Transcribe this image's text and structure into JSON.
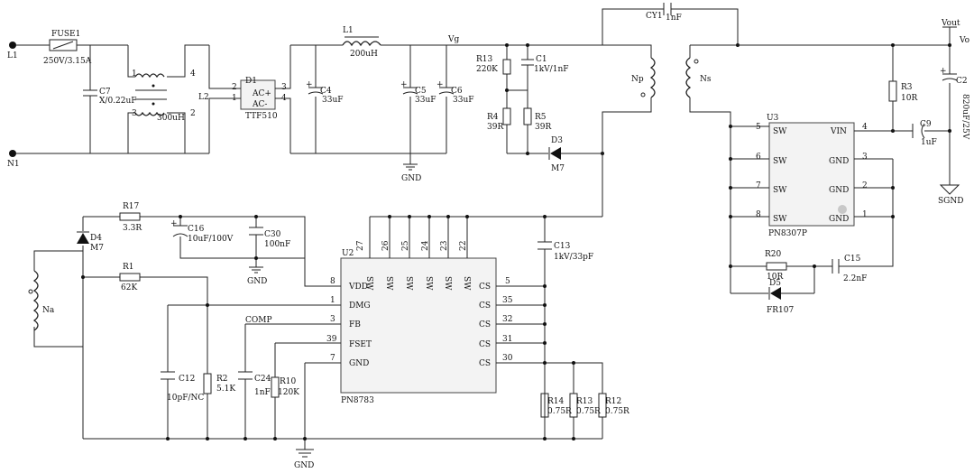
{
  "labels": {
    "L1_terminal": "L1",
    "N1_terminal": "N1",
    "FUSE1": "FUSE1",
    "FUSE1_val": "250V/3.15A",
    "C7": "C7",
    "C7_val": "X/0.22uF",
    "L2": "L2",
    "L2_val": "300uH",
    "L2_p1": "1",
    "L2_p2": "2",
    "L2_p3": "3",
    "L2_p4": "4",
    "D1": "D1",
    "D1_val": "TTF510",
    "D1_ac1": "AC+",
    "D1_ac2": "AC-",
    "D1_p1": "1",
    "D1_p2": "2",
    "D1_p3": "3",
    "D1_p4": "4",
    "C4": "C4",
    "C4_val": "33uF",
    "L1": "L1",
    "L1_val": "200uH",
    "C5": "C5",
    "C5_val": "33uF",
    "C6": "C6",
    "C6_val": "33uF",
    "Vg": "Vg",
    "GND": "GND",
    "R13": "R13",
    "R13_val": "220K",
    "C1": "C1",
    "C1_val": "1kV/1nF",
    "R4": "R4",
    "R4_val": "39R",
    "R5": "R5",
    "R5_val": "39R",
    "D3": "D3",
    "D3_val": "M7",
    "Np": "Np",
    "CY1": "CY1",
    "CY1_val": "1nF",
    "Ns": "Ns",
    "Vout": "Vout",
    "Vo": "Vo",
    "C2": "C2",
    "C2_val": "820uF/25V",
    "R3": "R3",
    "R3_val": "10R",
    "C9": "C9",
    "C9_val": "1uF",
    "SGND": "SGND",
    "U3": "U3",
    "U3_part": "PN8307P",
    "U3_SW": "SW",
    "U3_VIN": "VIN",
    "U3_GND": "GND",
    "U3_p1": "1",
    "U3_p2": "2",
    "U3_p3": "3",
    "U3_p4": "4",
    "U3_p5": "5",
    "U3_p6": "6",
    "U3_p7": "7",
    "U3_p8": "8",
    "R20": "R20",
    "R20_val": "10R",
    "C15": "C15",
    "C15_val": "2.2nF",
    "D5": "D5",
    "D5_val": "FR107",
    "R17": "R17",
    "R17_val": "3.3R",
    "C16": "C16",
    "C16_val": "10uF/100V",
    "C30": "C30",
    "C30_val": "100nF",
    "D4": "D4",
    "D4_val": "M7",
    "R1": "R1",
    "R1_val": "62K",
    "Na": "Na",
    "C12": "C12",
    "C12_val": "10pF/NC",
    "R2": "R2",
    "R2_val": "5.1K",
    "COMP": "COMP",
    "C24": "C24",
    "C24_val": "1nF",
    "R10": "R10",
    "R10_val": "120K",
    "U2": "U2",
    "U2_part": "PN8783",
    "U2_SW": "SW",
    "U2_VDD": "VDD",
    "U2_DMG": "DMG",
    "U2_FB": "FB",
    "U2_FSET": "FSET",
    "U2_GND": "GND",
    "U2_CS": "CS",
    "U2_p27": "27",
    "U2_p26": "26",
    "U2_p25": "25",
    "U2_p24": "24",
    "U2_p23": "23",
    "U2_p22": "22",
    "U2_p8": "8",
    "U2_p1": "1",
    "U2_p3": "3",
    "U2_p39": "39",
    "U2_p7": "7",
    "U2_p5": "5",
    "U2_p35": "35",
    "U2_p32": "32",
    "U2_p31": "31",
    "U2_p30": "30",
    "C13": "C13",
    "C13_val": "1kV/33pF",
    "R14": "R14",
    "R14_val": "0.75R",
    "R13b": "R13",
    "R13b_val": "0.75R",
    "R12": "R12",
    "R12_val": "0.75R"
  }
}
